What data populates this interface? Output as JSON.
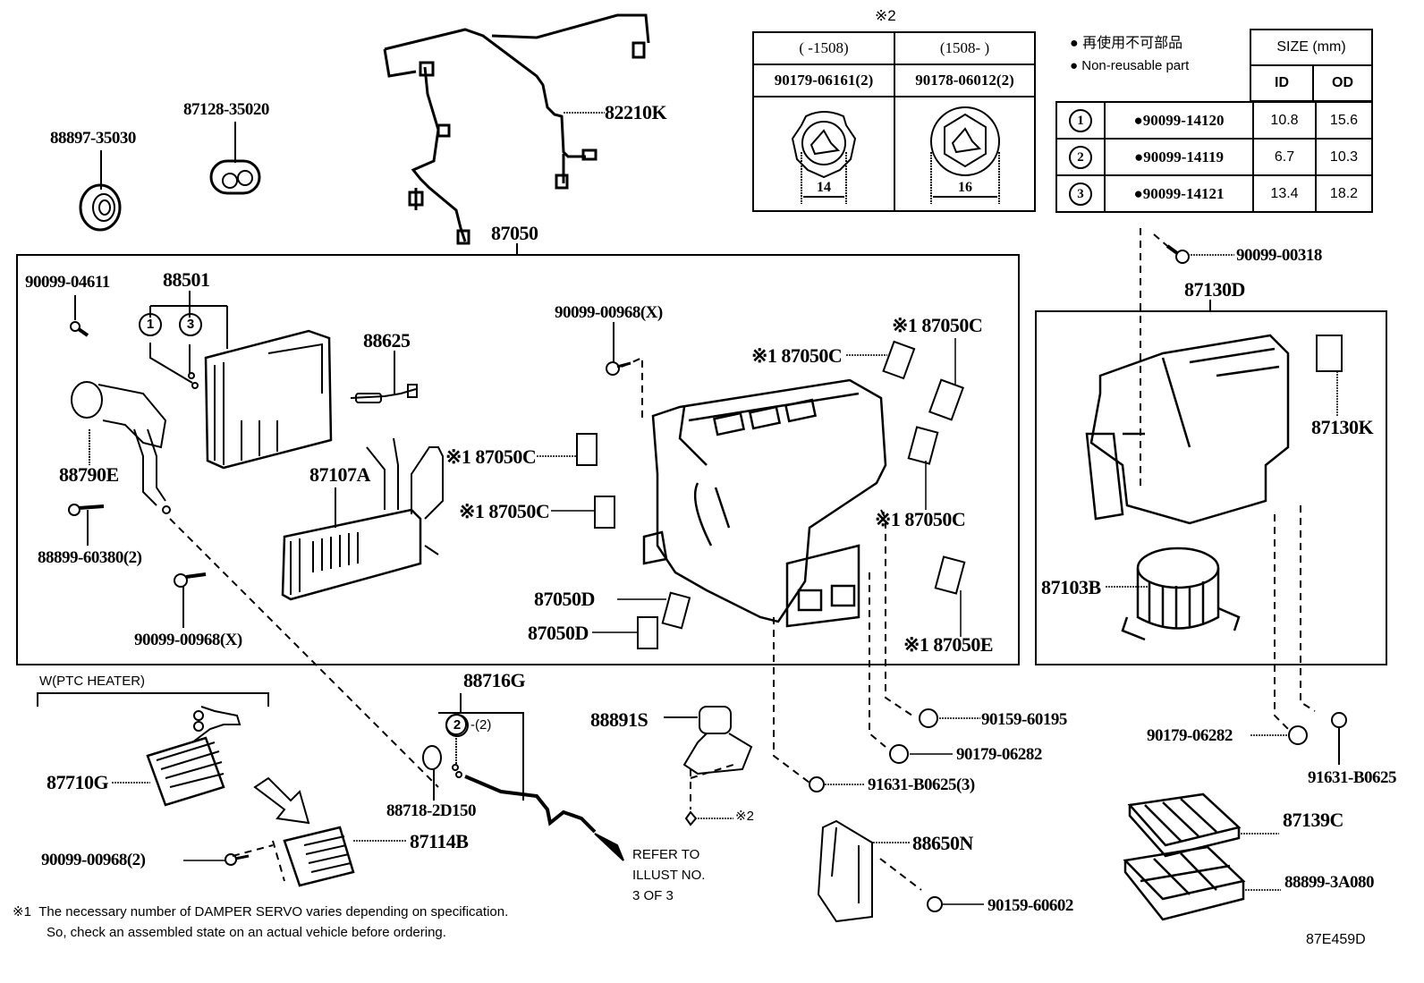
{
  "diagram": {
    "title": "Heater & Air Conditioner Unit Parts Diagram",
    "illustration_code": "87E459D",
    "notes": {
      "footnote_mark": "※1",
      "line1": "The necessary number of DAMPER SERVO varies depending on specification.",
      "line2": "So, check an assembled state on an actual vehicle before ordering."
    },
    "refer": {
      "line1": "REFER TO",
      "line2": "ILLUST NO.",
      "line3": "3 OF 3"
    },
    "ptc_group_label": "W(PTC HEATER)",
    "bolt_table": {
      "mark": "※2",
      "headers": [
        "(      -1508)",
        "(1508-      )"
      ],
      "parts": [
        "90179-06161(2)",
        "90178-06012(2)"
      ],
      "dims": [
        "14",
        "16"
      ]
    },
    "oring_table": {
      "legend_jp": "再使用不可部品",
      "legend_en": "Non-reusable part",
      "size_header": "SIZE (mm)",
      "col_id": "ID",
      "col_od": "OD",
      "rows": [
        {
          "num": "1",
          "part": "●90099-14120",
          "id": "10.8",
          "od": "15.6"
        },
        {
          "num": "2",
          "part": "●90099-14119",
          "id": "6.7",
          "od": "10.3"
        },
        {
          "num": "3",
          "part": "●90099-14121",
          "id": "13.4",
          "od": "18.2"
        }
      ]
    },
    "labels": {
      "p88897": "88897-35030",
      "p87128": "87128-35020",
      "p82210K": "82210K",
      "p87050": "87050",
      "p90099_04611": "90099-04611",
      "p88501": "88501",
      "p88501_c1": "1",
      "p88501_c3": "3",
      "p88625": "88625",
      "p88790E": "88790E",
      "p87107A": "87107A",
      "p88899_60380": "88899-60380(2)",
      "p90099_00968x_left": "90099-00968(X)",
      "p90099_00968x_mid": "90099-00968(X)",
      "p87050C_1": "※1 87050C",
      "p87050C_2": "※1 87050C",
      "p87050C_3": "※1 87050C",
      "p87050C_4": "※1 87050C",
      "p87050C_5": "※1 87050C",
      "p87050D_1": "87050D",
      "p87050D_2": "87050D",
      "p87050E": "※1 87050E",
      "p90099_00318": "90099-00318",
      "p87130D": "87130D",
      "p87130K": "87130K",
      "p87103B": "87103B",
      "p87710G": "87710G",
      "p88716G": "88716G",
      "p88716G_c2": "2",
      "p88716G_qty": "-(2)",
      "p88718": "88718-2D150",
      "p87114B": "87114B",
      "p90099_00968_2": "90099-00968(2)",
      "p88891S": "88891S",
      "p_mark2": "※2",
      "p90159_60195": "90159-60195",
      "p90179_06282_mid": "90179-06282",
      "p91631_3": "91631-B0625(3)",
      "p88650N": "88650N",
      "p90159_60602": "90159-60602",
      "p90179_06282_right": "90179-06282",
      "p91631_right": "91631-B0625",
      "p87139C": "87139C",
      "p88899_3A080": "88899-3A080"
    }
  }
}
